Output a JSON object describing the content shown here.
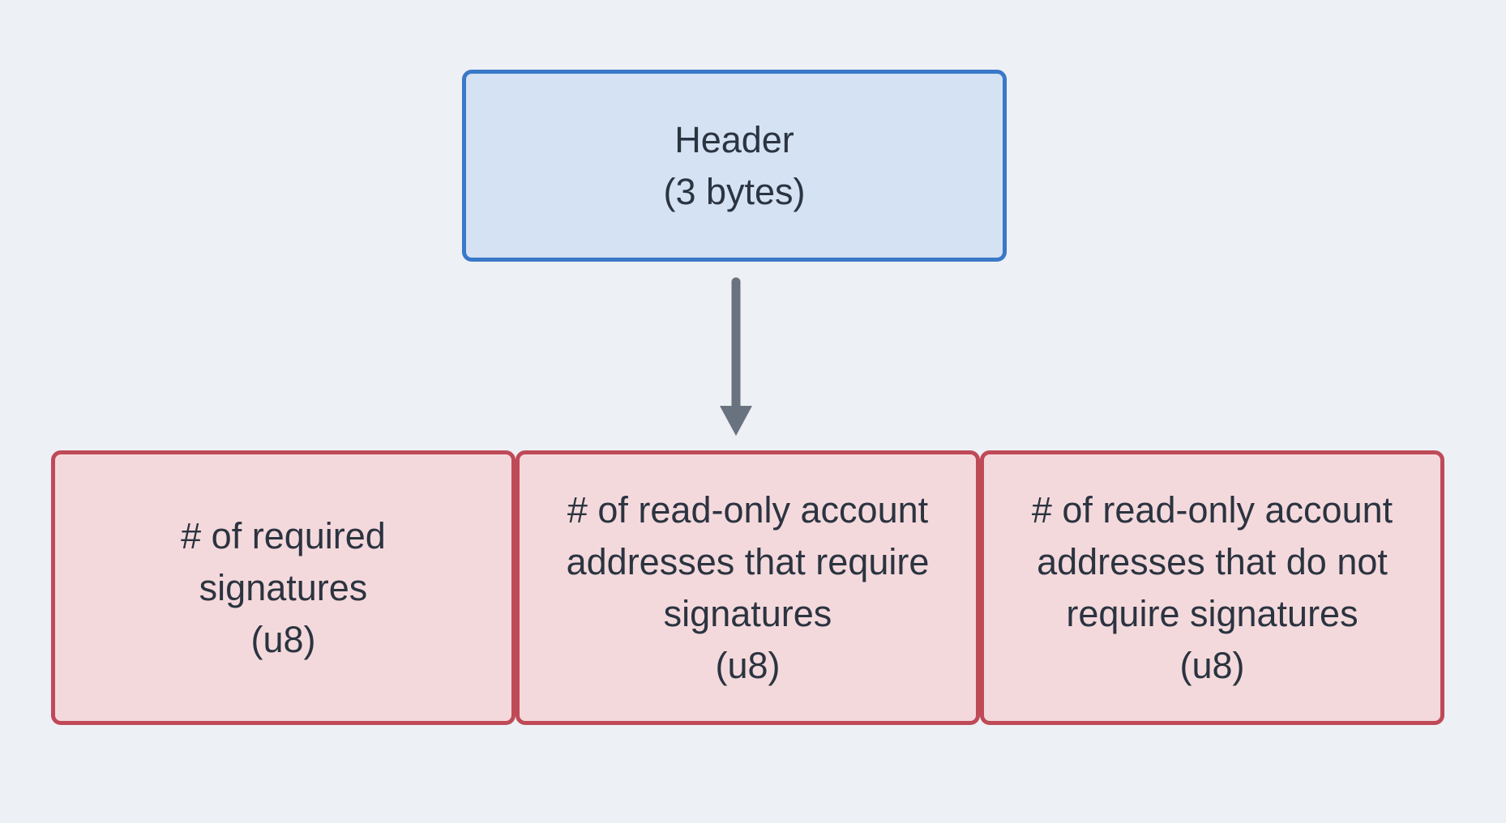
{
  "diagram": {
    "header": {
      "lines": [
        "Header",
        "(3 bytes)"
      ]
    },
    "arrow": {
      "icon": "down-arrow-icon",
      "direction": "down"
    },
    "fields": [
      {
        "lines": [
          "# of required",
          "signatures",
          "(u8)"
        ]
      },
      {
        "lines": [
          "# of read-only account",
          "addresses that require",
          "signatures",
          "(u8)"
        ]
      },
      {
        "lines": [
          "# of read-only account",
          "addresses that do not",
          "require signatures",
          "(u8)"
        ]
      }
    ]
  },
  "colors": {
    "bg": "#edf0f4",
    "blue-border": "#3a78c8",
    "blue-fill": "#d4e2f4",
    "red-border": "#bf4a57",
    "red-fill": "#f4d9dc",
    "arrow": "#68737f",
    "text": "#2b3440"
  }
}
